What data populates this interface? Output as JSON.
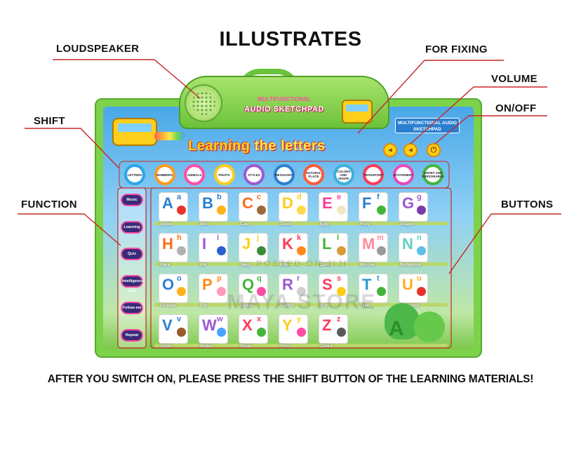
{
  "heading": "ILLUSTRATES",
  "callouts": {
    "loudspeaker": "LOUDSPEAKER",
    "for_fixing": "FOR FIXING",
    "volume": "VOLUME",
    "on_off": "ON/OFF",
    "shift": "SHIFT",
    "function": "FUNCTION",
    "buttons": "BUTTONS"
  },
  "board": {
    "brand_top": "MULTIFUNCTIONAL",
    "brand_name": "AUDIO SKETCHPAD",
    "info_box": "MULTIFUNCTIONAL AUDIO SKETCHPAD",
    "title_part1": "Learning",
    "title_part2": "the letters",
    "shift_buttons": [
      {
        "label": "LETTERS",
        "color": "#2aa5e8"
      },
      {
        "label": "NUMBERS",
        "color": "#ff9a1a"
      },
      {
        "label": "ANIMALS",
        "color": "#ff4da6"
      },
      {
        "label": "FRUITS",
        "color": "#ffcc1a"
      },
      {
        "label": "STYLES",
        "color": "#9b59d0"
      },
      {
        "label": "MESSUARY",
        "color": "#2a7fd0"
      },
      {
        "label": "NATURAL PLACE",
        "color": "#ff5a3a"
      },
      {
        "label": "COLORS AND SHAPE",
        "color": "#3ab0d8"
      },
      {
        "label": "TRANSPORT",
        "color": "#ff3a5a"
      },
      {
        "label": "STATIONERY",
        "color": "#e84ab8"
      },
      {
        "label": "SHORT AND PERSONABLE",
        "color": "#43b43a"
      }
    ],
    "functions": [
      "Music",
      "Learning",
      "Quiz",
      "Intelligence test",
      "Follow me",
      "Repeat"
    ],
    "letters": [
      {
        "u": "A",
        "l": "a",
        "word": "Apple",
        "color": "#2a7fd0",
        "pic": "#e8332a"
      },
      {
        "u": "B",
        "l": "b",
        "word": "Bird",
        "color": "#2a7fd0",
        "pic": "#ffb21a"
      },
      {
        "u": "C",
        "l": "c",
        "word": "Cap",
        "color": "#ff6a1a",
        "pic": "#9b6a3a"
      },
      {
        "u": "D",
        "l": "d",
        "word": "Duck",
        "color": "#ffcc1a",
        "pic": "#ffd84a"
      },
      {
        "u": "E",
        "l": "e",
        "word": "Egg",
        "color": "#ff3a9a",
        "pic": "#f3e6c6"
      },
      {
        "u": "F",
        "l": "f",
        "word": "Frog",
        "color": "#2a7fd0",
        "pic": "#43b43a"
      },
      {
        "u": "G",
        "l": "g",
        "word": "Grape",
        "color": "#9b59d0",
        "pic": "#7a3aa8"
      },
      {
        "u": "H",
        "l": "h",
        "word": "Hare",
        "color": "#ff6a1a",
        "pic": "#b0b0b0"
      },
      {
        "u": "I",
        "l": "i",
        "word": "Ink",
        "color": "#9b59d0",
        "pic": "#2a5fd0"
      },
      {
        "u": "J",
        "l": "j",
        "word": "Jeep",
        "color": "#ffcc1a",
        "pic": "#3a8a3a"
      },
      {
        "u": "K",
        "l": "k",
        "word": "Kite",
        "color": "#ff3a5a",
        "pic": "#ff8a1a"
      },
      {
        "u": "L",
        "l": "l",
        "word": "Lion",
        "color": "#43b43a",
        "pic": "#d69a3a"
      },
      {
        "u": "M",
        "l": "m",
        "word": "Mouse",
        "color": "#ff8a9a",
        "pic": "#9a9a9a"
      },
      {
        "u": "N",
        "l": "n",
        "word": "Notebook",
        "color": "#5fd0c0",
        "pic": "#5fbfe8"
      },
      {
        "u": "O",
        "l": "o",
        "word": "Orange",
        "color": "#2a7fd0",
        "pic": "#ffb21a"
      },
      {
        "u": "P",
        "l": "p",
        "word": "Pig",
        "color": "#ff8a1a",
        "pic": "#ff9ab8"
      },
      {
        "u": "Q",
        "l": "q",
        "word": "Queen",
        "color": "#43b43a",
        "pic": "#ff4da6"
      },
      {
        "u": "R",
        "l": "r",
        "word": "Rabbit",
        "color": "#9b59d0",
        "pic": "#d0d0d0"
      },
      {
        "u": "S",
        "l": "s",
        "word": "Sun",
        "color": "#ff3a5a",
        "pic": "#ffcc1a"
      },
      {
        "u": "T",
        "l": "t",
        "word": "Tree",
        "color": "#2a9ad0",
        "pic": "#43b43a"
      },
      {
        "u": "U",
        "l": "u",
        "word": "Umbrella",
        "color": "#ffaa1a",
        "pic": "#e8332a"
      },
      {
        "u": "V",
        "l": "v",
        "word": "Violin",
        "color": "#2a7fd0",
        "pic": "#9a5a2a"
      },
      {
        "u": "W",
        "l": "w",
        "word": "Water",
        "color": "#9b59d0",
        "pic": "#4aa5ff"
      },
      {
        "u": "X",
        "l": "x",
        "word": "Xmas",
        "color": "#ff3a5a",
        "pic": "#43b43a"
      },
      {
        "u": "Y",
        "l": "y",
        "word": "Yoyo",
        "color": "#ffcc1a",
        "pic": "#ff4da6"
      },
      {
        "u": "Z",
        "l": "z",
        "word": "Zebra",
        "color": "#ff3a5a",
        "pic": "#5a5a5a"
      }
    ]
  },
  "watermark": {
    "line1": "POSTED ON JIJI",
    "line2": "MAYA STORE"
  },
  "footer": "AFTER YOU SWITCH ON, PLEASE PRESS THE SHIFT BUTTON OF THE LEARNING MATERIALS!",
  "colors": {
    "leader_line": "#c62828",
    "board_green": "#7cd24a",
    "label_text": "#111111"
  },
  "icons": {
    "volume_down": "speaker-low-icon",
    "volume_up": "speaker-high-icon",
    "power": "power-icon"
  }
}
